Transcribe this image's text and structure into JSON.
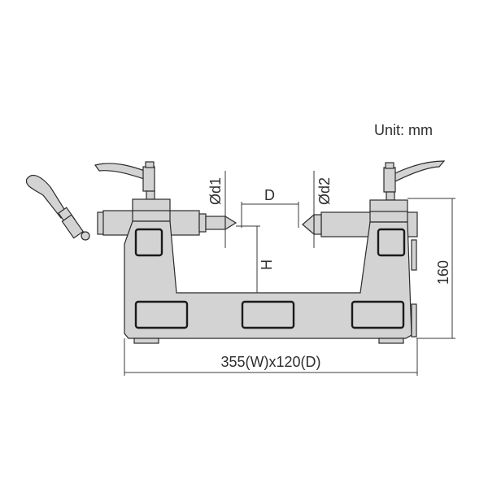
{
  "unit_label": "Unit: mm",
  "dimensions": {
    "width_depth": "355(W)x120(D)",
    "height": "160",
    "center_distance": "D",
    "center_height": "H",
    "left_diameter": "Ød1",
    "right_diameter": "Ød2"
  },
  "colors": {
    "part_fill": "#d3d3d3",
    "outline": "#2b2b2b",
    "text": "#2e2e2e",
    "background": "#ffffff"
  }
}
